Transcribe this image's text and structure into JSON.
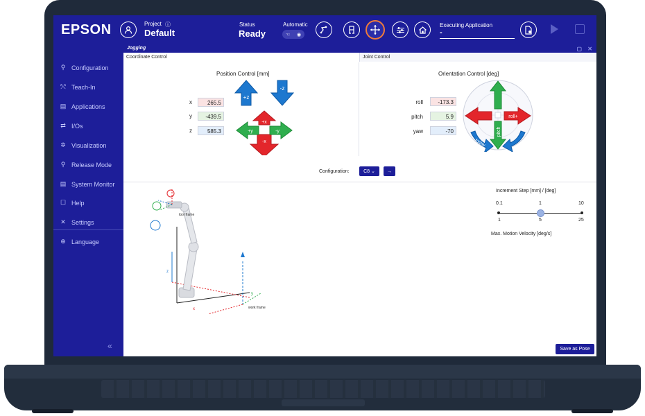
{
  "brand": {
    "logo": "EPSON"
  },
  "header": {
    "project_label": "Project",
    "project_info_icon": "info-icon",
    "project_name": "Default",
    "status_label": "Status",
    "status_value": "Ready",
    "mode_label": "Automatic",
    "exec_label": "Executing Application",
    "exec_value": "-",
    "accent_ring": "#ef7a3a"
  },
  "sidebar": {
    "items": [
      {
        "label": "Configuration",
        "icon": "configuration-icon"
      },
      {
        "label": "Teach-In",
        "icon": "teach-in-icon"
      },
      {
        "label": "Applications",
        "icon": "applications-icon"
      },
      {
        "label": "I/Os",
        "icon": "io-icon"
      },
      {
        "label": "Visualization",
        "icon": "visualization-icon"
      },
      {
        "label": "Release Mode",
        "icon": "release-mode-icon"
      },
      {
        "label": "System Monitor",
        "icon": "system-monitor-icon"
      },
      {
        "label": "Help",
        "icon": "help-icon"
      },
      {
        "label": "Settings",
        "icon": "settings-icon"
      },
      {
        "label": "Language",
        "icon": "globe-icon"
      }
    ],
    "collapse": "«"
  },
  "jogging": {
    "title": "Jogging",
    "window_controls": "▢ ✕",
    "tabs": [
      {
        "label": "Coordinate Control"
      },
      {
        "label": "Joint Control"
      }
    ]
  },
  "position": {
    "title": "Position Control [mm]",
    "x_label": "x",
    "x_value": "265.5",
    "y_label": "y",
    "y_value": "-439.5",
    "z_label": "z",
    "z_value": "585.3",
    "arrow_labels": {
      "plus_z": "+z",
      "minus_z": "-z",
      "plus_x": "+x",
      "minus_x": "-x",
      "plus_y": "+y",
      "minus_y": "-y"
    }
  },
  "orientation": {
    "title": "Orientation Control [deg]",
    "roll_label": "roll",
    "roll_value": "-173.3",
    "pitch_label": "pitch",
    "pitch_value": "5.9",
    "yaw_label": "yaw",
    "yaw_value": "-70",
    "dial_labels": {
      "roll_plus": "roll+",
      "pitch": "pitch",
      "yaw": "+yaw"
    }
  },
  "configuration": {
    "label": "Configuration:",
    "value": "C8 ⌄",
    "apply": "→"
  },
  "visual": {
    "tool_frame": "tool frame",
    "work_frame": "work frame",
    "axis_x": "x",
    "axis_y": "y",
    "axis_z": "z"
  },
  "increment": {
    "title": "Increment Step [mm] / [deg]",
    "top_ticks": [
      "0.1",
      "1",
      "10"
    ],
    "bottom_ticks": [
      "1",
      "5",
      "25"
    ],
    "max_velocity_label": "Max. Motion Velocity [deg/s]"
  },
  "actions": {
    "save_pose": "Save as Pose"
  },
  "colors": {
    "primary": "#1d1e99",
    "red": "#e3262b",
    "green": "#2fae4e",
    "blue": "#1d78cf"
  }
}
